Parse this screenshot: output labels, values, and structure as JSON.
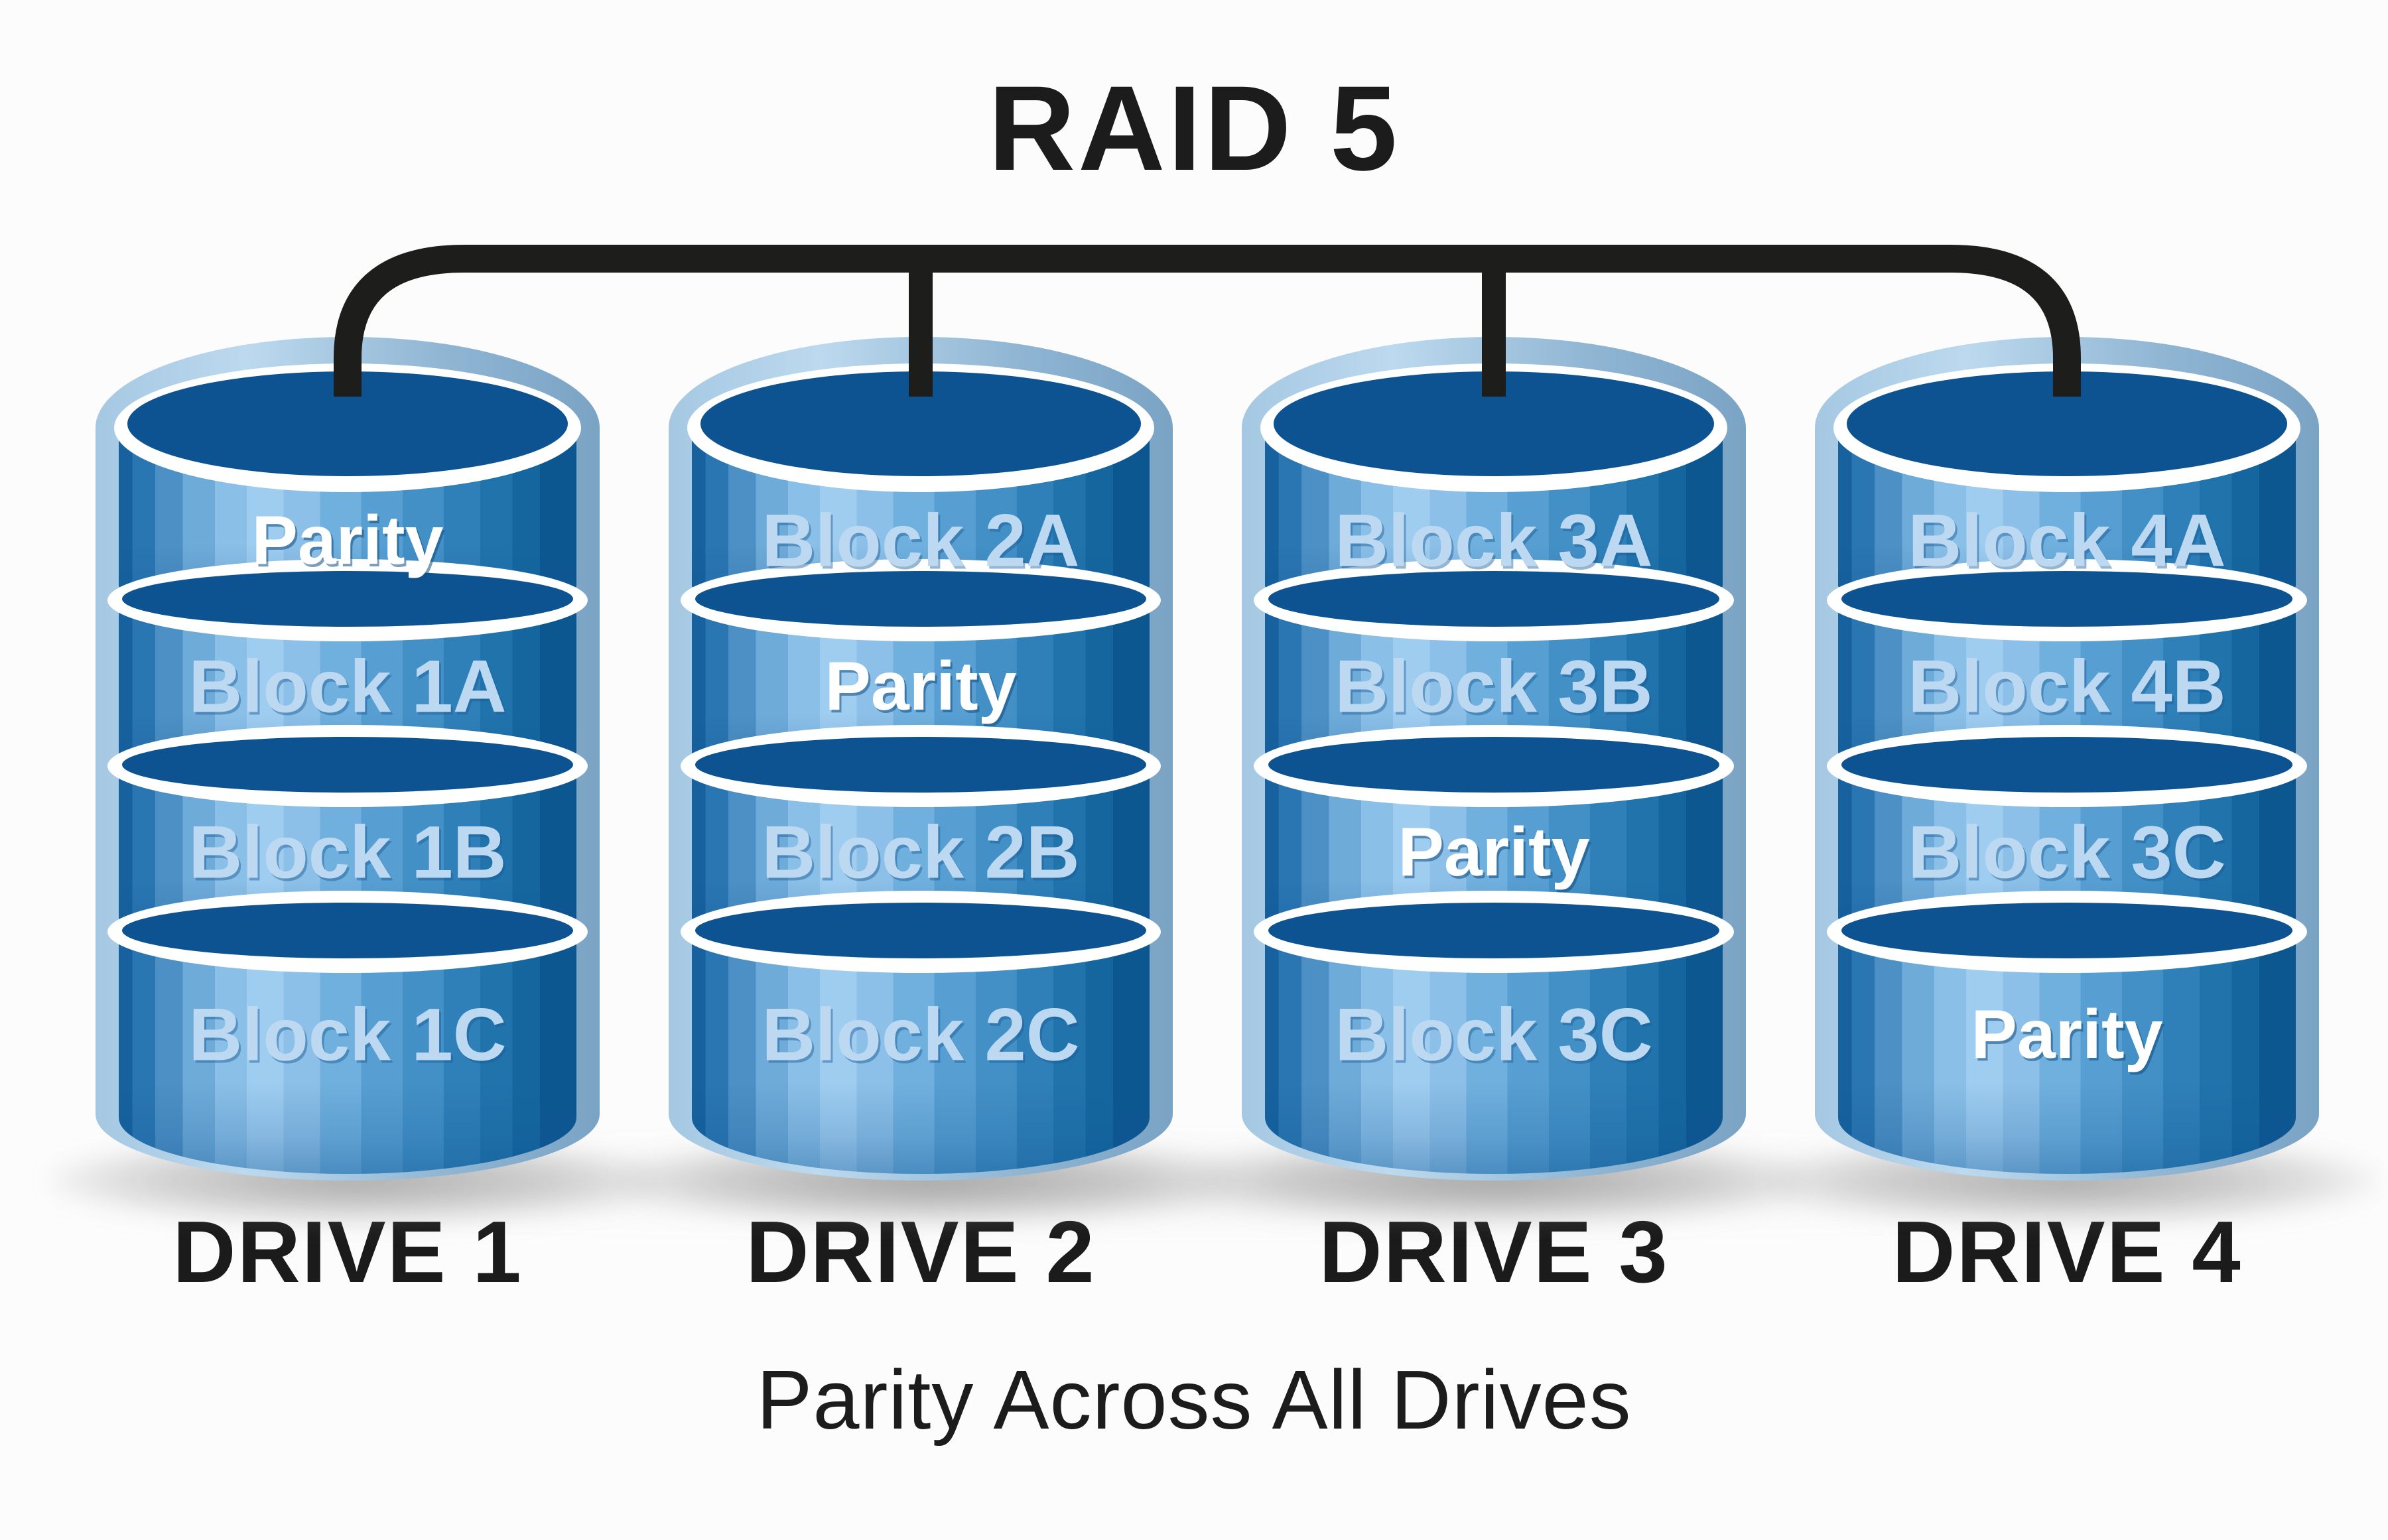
{
  "title": "RAID 5",
  "caption": "Parity Across All Drives",
  "drives": [
    {
      "label": "DRIVE 1",
      "segments": [
        "Parity",
        "Block 1A",
        "Block 1B",
        "Block 1C"
      ]
    },
    {
      "label": "DRIVE 2",
      "segments": [
        "Block 2A",
        "Parity",
        "Block 2B",
        "Block 2C"
      ]
    },
    {
      "label": "DRIVE 3",
      "segments": [
        "Block 3A",
        "Block 3B",
        "Parity",
        "Block 3C"
      ]
    },
    {
      "label": "DRIVE 4",
      "segments": [
        "Block 4A",
        "Block 4B",
        "Block 3C",
        "Parity"
      ]
    }
  ],
  "colors": {
    "background": "#fcfcfc",
    "cylinder_dark_top": "#0d5391",
    "cylinder_body_light": "#9fcdf0",
    "cylinder_body_dark": "#0d5791",
    "cylinder_silhouette": "#93bcd9",
    "ring_white": "#ffffff",
    "parity_text": "#ffffff",
    "block_text": "#bdd9f1",
    "bus_connector": "#1d1d1b",
    "label_text": "#1b1b1b"
  }
}
